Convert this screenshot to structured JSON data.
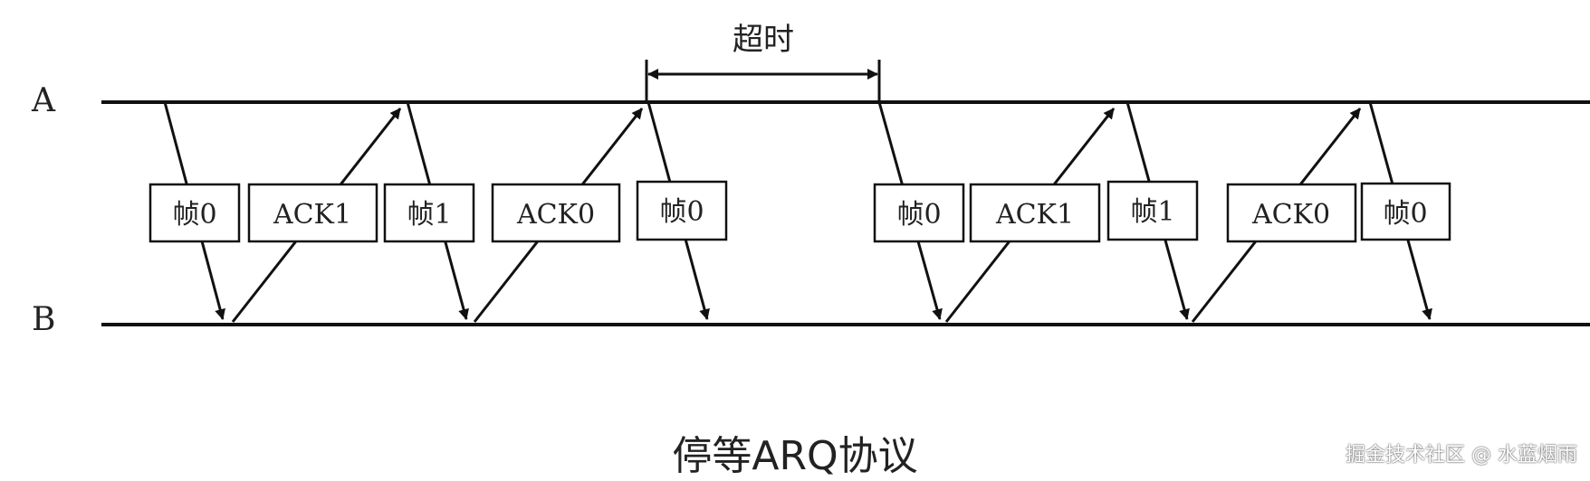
{
  "lines": {
    "a_label": "A",
    "b_label": "B"
  },
  "timeout": {
    "label": "超时"
  },
  "boxes": [
    "帧0",
    "ACK1",
    "帧1",
    "ACK0",
    "帧0",
    "帧0",
    "ACK1",
    "帧1",
    "ACK0",
    "帧0"
  ],
  "caption": "停等ARQ协议",
  "watermark": "掘金技术社区 @ 水蓝烟雨"
}
